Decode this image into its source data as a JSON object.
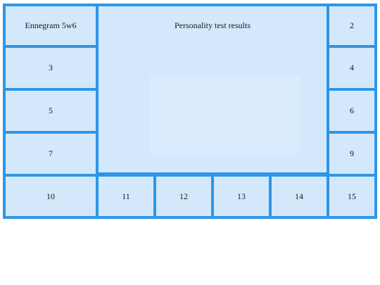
{
  "board": {
    "corner_label": "Ennegram 5w6",
    "center_title": "Personality test results",
    "cells": {
      "c2": "2",
      "c3": "3",
      "c4": "4",
      "c5": "5",
      "c6": "6",
      "c7": "7",
      "c9": "9",
      "c10": "10",
      "c11": "11",
      "c12": "12",
      "c13": "13",
      "c14": "14",
      "c15": "15"
    }
  },
  "colors": {
    "cell_fill": "#d4e8fb",
    "cell_border": "#2f96e6"
  }
}
